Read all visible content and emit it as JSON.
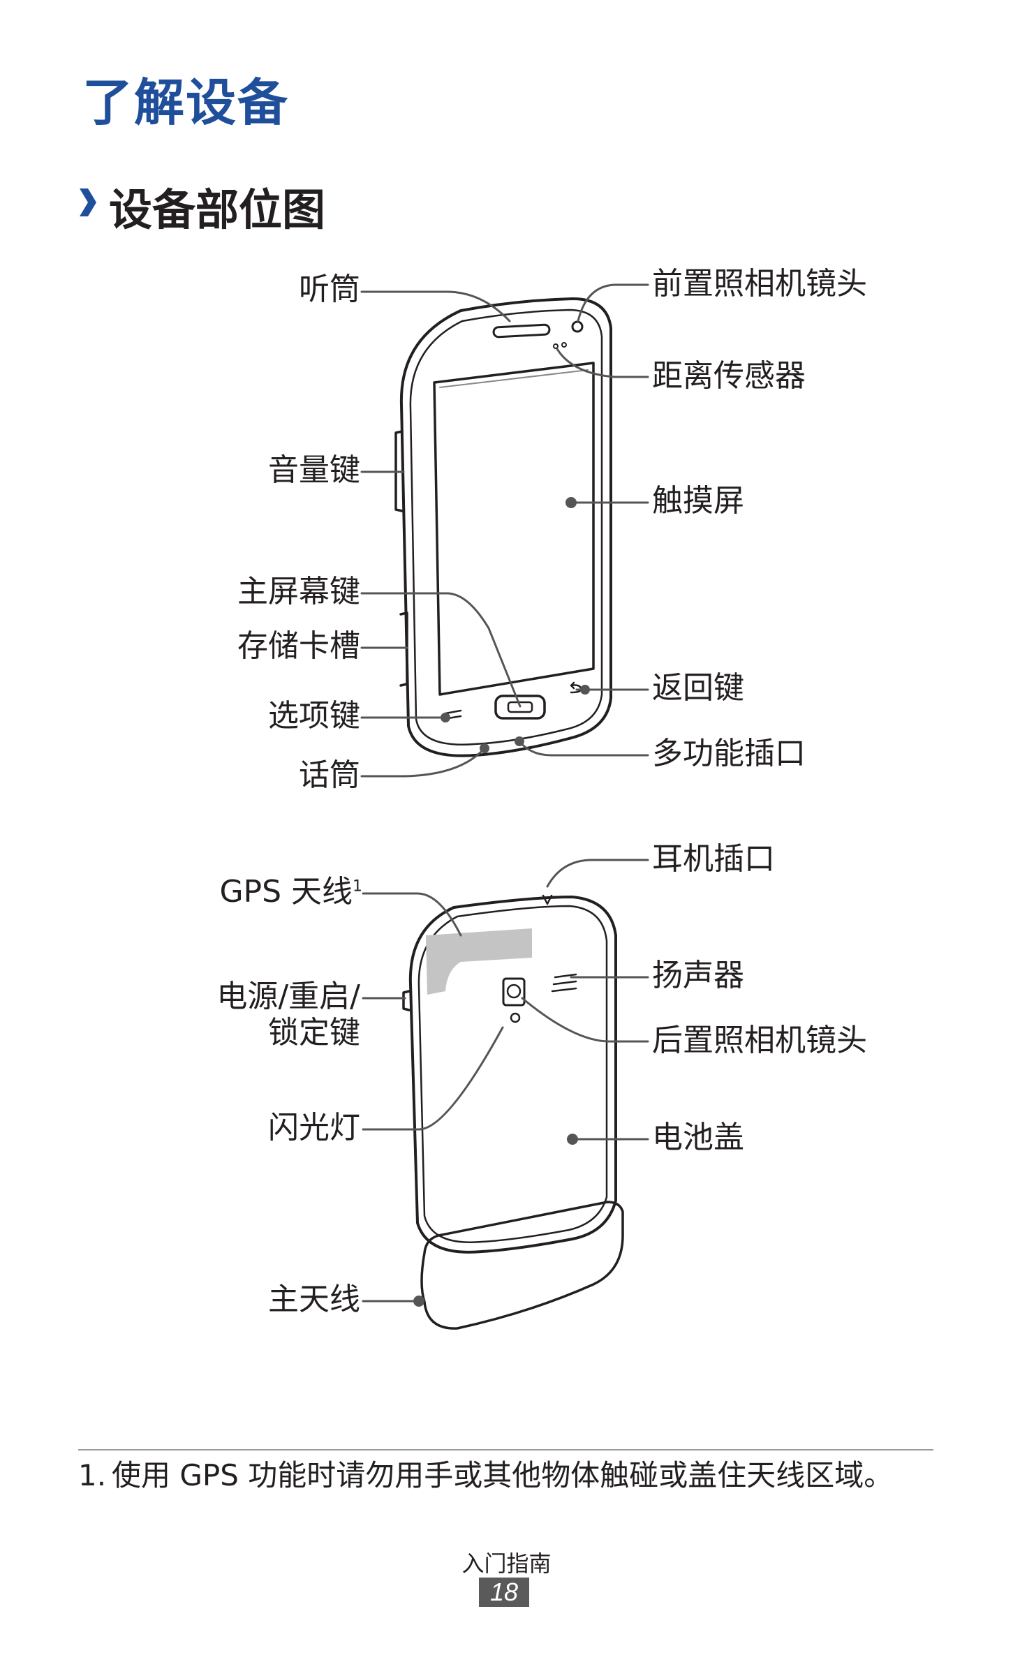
{
  "page": {
    "title": "了解设备",
    "section_title": "设备部位图"
  },
  "front_view": {
    "labels": {
      "earpiece": "听筒",
      "front_camera": "前置照相机镜头",
      "proximity_sensor": "距离传感器",
      "volume_key": "音量键",
      "touchscreen": "触摸屏",
      "home_key": "主屏幕键",
      "memory_card_slot": "存储卡槽",
      "back_key": "返回键",
      "option_key": "选项键",
      "multifunction_jack": "多功能插口",
      "microphone": "话筒"
    }
  },
  "back_view": {
    "labels": {
      "headset_jack": "耳机插口",
      "gps_antenna": "GPS 天线",
      "gps_antenna_note": "1",
      "speaker": "扬声器",
      "power_key_line1": "电源/重启/",
      "power_key_line2": "锁定键",
      "rear_camera": "后置照相机镜头",
      "flash": "闪光灯",
      "battery_cover": "电池盖",
      "main_antenna": "主天线"
    }
  },
  "footnote": {
    "number": "1.",
    "text": "使用 GPS 功能时请勿用手或其他物体触碰或盖住天线区域。"
  },
  "footer": {
    "section": "入门指南",
    "page_number": "18"
  }
}
